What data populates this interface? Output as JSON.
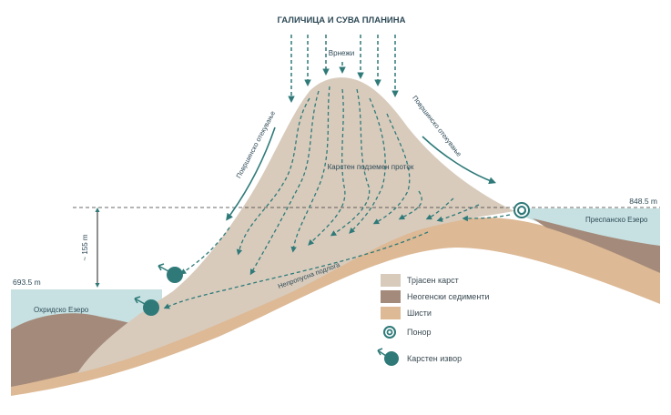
{
  "title": "ГАЛИЧИЦА И СУВА ПЛАНИНА",
  "labels": {
    "precipitation": "Врнежи",
    "surface_runoff": "Површинско отекување",
    "karst_flow": "Карстен подземен проток",
    "impermeable_base": "Непропусна подлога",
    "ohrid_lake": "Охридско Езеро",
    "prespa_lake": "Преспанско Езеро",
    "ohrid_elevation": "693.5 m",
    "prespa_elevation": "848.5 m",
    "height_difference": "~ 155 m"
  },
  "legend": [
    {
      "label": "Трјасен карст",
      "color": "#d8cbbc"
    },
    {
      "label": "Неогенски седименти",
      "color": "#a48a7a"
    },
    {
      "label": "Шисти",
      "color": "#ddb995"
    },
    {
      "label": "Понор",
      "icon": "ponor-icon"
    },
    {
      "label": "Карстен извор",
      "icon": "karst-spring-icon"
    }
  ],
  "colors": {
    "karst": "#d8cbbc",
    "sediment": "#a48a7a",
    "schist": "#ddb995",
    "water": "#c7e1e2",
    "accent": "#2f7a79"
  }
}
